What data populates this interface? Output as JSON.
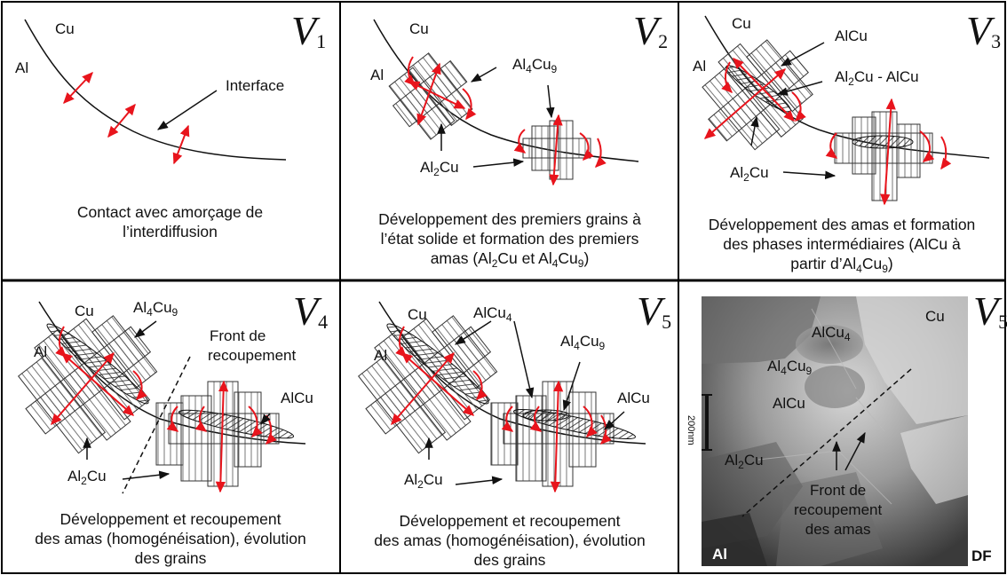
{
  "panels": {
    "v1": {
      "label_main": "V",
      "label_sub": "1",
      "cu": "Cu",
      "al": "Al",
      "interface": "Interface",
      "caption": [
        "Contact avec amorçage de",
        "l’interdiffusion"
      ]
    },
    "v2": {
      "label_main": "V",
      "label_sub": "2",
      "cu": "Cu",
      "al": "Al",
      "al4cu9": [
        "Al",
        "4",
        "Cu",
        "9"
      ],
      "al2cu": [
        "Al",
        "2",
        "Cu"
      ],
      "caption": [
        "Développement des premiers grains à",
        "l’état solide et formation des premiers",
        "amas (Al",
        "2",
        "Cu et Al",
        "4",
        "Cu",
        "9",
        ")"
      ]
    },
    "v3": {
      "label_main": "V",
      "label_sub": "3",
      "cu": "Cu",
      "al": "Al",
      "alcu": "AlCu",
      "al2cu_alcu": [
        "Al",
        "2",
        "Cu - AlCu"
      ],
      "al2cu": [
        "Al",
        "2",
        "Cu"
      ],
      "caption": [
        "Développement des amas et formation",
        "des phases intermédiaires (AlCu à",
        "partir d’Al",
        "4",
        "Cu",
        "9",
        ")"
      ]
    },
    "v4": {
      "label_main": "V",
      "label_sub": "4",
      "cu": "Cu",
      "al": "Al",
      "al4cu9": [
        "Al",
        "4",
        "Cu",
        "9"
      ],
      "front": [
        "Front de",
        "recoupement"
      ],
      "alcu": "AlCu",
      "al2cu": [
        "Al",
        "2",
        "Cu"
      ],
      "caption": [
        "Développement et recoupement",
        "des amas (homogénéisation), évolution",
        "des grains"
      ]
    },
    "v5": {
      "label_main": "V",
      "label_sub": "5",
      "cu": "Cu",
      "al": "Al",
      "alcu4": [
        "AlCu",
        "4"
      ],
      "al4cu9": [
        "Al",
        "4",
        "Cu",
        "9"
      ],
      "alcu": "AlCu",
      "al2cu": [
        "Al",
        "2",
        "Cu"
      ],
      "caption": [
        "Développement et recoupement",
        "des amas (homogénéisation), évolution",
        "des grains"
      ]
    },
    "v5_micrograph": {
      "label_main": "V",
      "label_sub": "5",
      "cu": "Cu",
      "alcu4": [
        "AlCu",
        "4"
      ],
      "al4cu9": [
        "Al",
        "4",
        "Cu",
        "9"
      ],
      "alcu": "AlCu",
      "al2cu": [
        "Al",
        "2",
        "Cu"
      ],
      "scale": "200nm",
      "front": [
        "Front de",
        "recoupement",
        "des amas"
      ],
      "al": "Al",
      "df": "DF"
    }
  },
  "colors": {
    "arrow": "#e8141c",
    "line": "#111111",
    "frame": "#000000"
  }
}
